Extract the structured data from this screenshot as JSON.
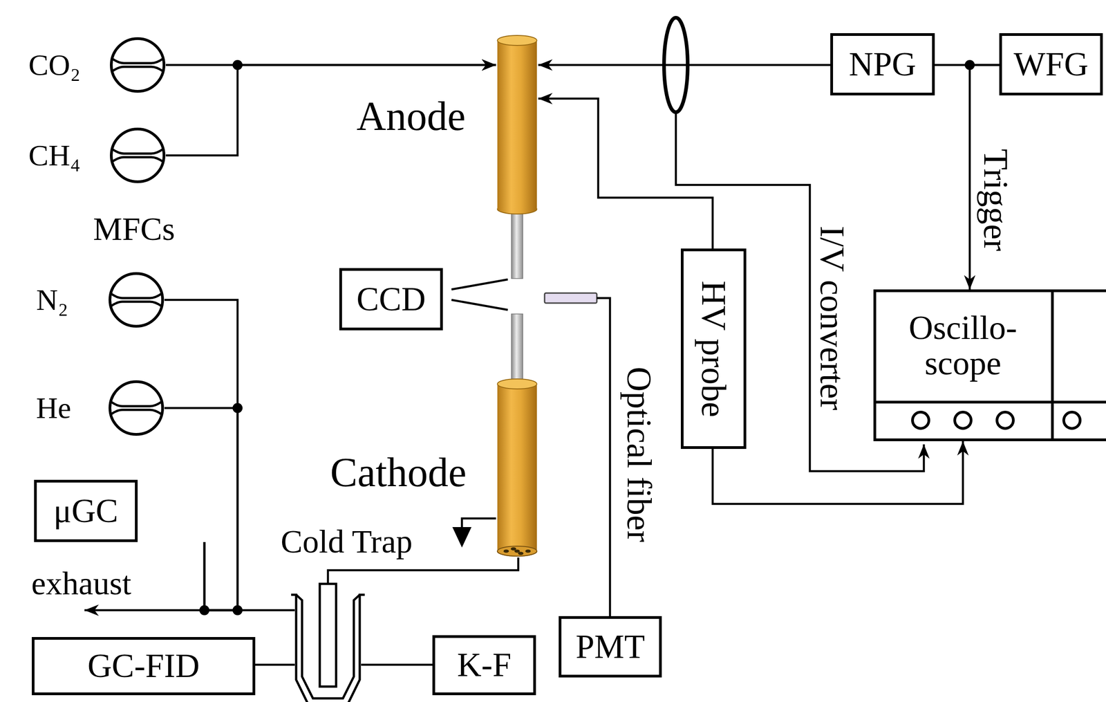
{
  "diagram": {
    "nodes": [
      {
        "text": [
          "CO₂"
        ]
      },
      {
        "text": [
          "CH₄"
        ]
      },
      {
        "text": [
          "Anode"
        ]
      },
      {
        "text": [
          "NPG"
        ]
      },
      {
        "text": [
          "WFG"
        ]
      },
      {
        "text": [
          "N₂"
        ]
      },
      {
        "text": [
          "He"
        ]
      },
      {
        "text": [
          "CCD"
        ]
      },
      {
        "text": [
          "HV probe"
        ]
      },
      {
        "text": [
          "Oscillo- scope"
        ]
      },
      {
        "text": [
          "Cathode"
        ]
      },
      {
        "text": [
          "μGC"
        ]
      },
      {
        "text": [
          "Cold Trap"
        ]
      },
      {
        "text": [
          "PMT"
        ]
      },
      {
        "text": [
          "GC-FID"
        ]
      },
      {
        "text": [
          "K-F"
        ]
      }
    ],
    "edges": [
      {
        "from": 0,
        "to": 2,
        "arrow": "to"
      },
      {
        "from": 1,
        "to": 2,
        "arrow": "to"
      },
      {
        "from": 3,
        "to": 2,
        "arrow": "to"
      },
      {
        "from": 8,
        "to": 2,
        "arrow": "to"
      },
      {
        "from": 3,
        "to": 4,
        "arrow": "none"
      },
      {
        "from": 4,
        "to": 9,
        "label": "Trigger",
        "arrow": "to"
      },
      {
        "from": 8,
        "to": 9,
        "arrow": "to"
      },
      {
        "from": 10,
        "to": 12,
        "arrow": "none"
      },
      {
        "from": 5,
        "to": 11,
        "arrow": "none"
      },
      {
        "from": 6,
        "to": 11,
        "arrow": "none"
      },
      {
        "from": 12,
        "to": 11,
        "arrow": "none"
      },
      {
        "from": 12,
        "to": 14,
        "arrow": "none"
      },
      {
        "from": 12,
        "to": 15,
        "arrow": "none"
      }
    ],
    "labels": [
      "MFCs",
      "exhaust",
      "I/V converter",
      "Optical fiber"
    ]
  }
}
